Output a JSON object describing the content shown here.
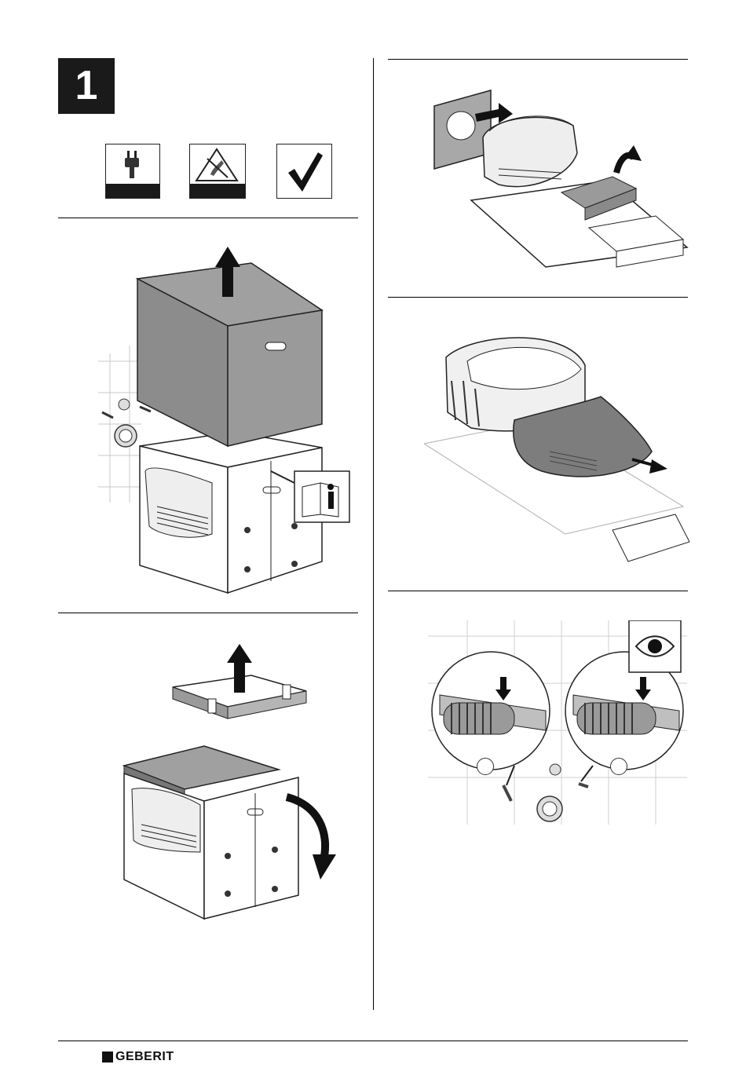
{
  "step": {
    "number": "1"
  },
  "icons": [
    {
      "name": "plug-icon"
    },
    {
      "name": "esd-warning-icon"
    },
    {
      "name": "checkmark-icon"
    }
  ],
  "figures": [
    {
      "name": "lift-box-off"
    },
    {
      "name": "remove-insert-and-fold-flap"
    },
    {
      "name": "slide-wall-panel-lift-cover"
    },
    {
      "name": "remove-side-cover"
    },
    {
      "name": "check-threaded-rods"
    }
  ],
  "callouts": [
    "",
    ""
  ],
  "brand": {
    "logo_text": "GEBERIT"
  },
  "colors": {
    "ink": "#1a1a1a",
    "grey_fill": "#8c8c8c",
    "light_grey": "#d9d9d9"
  }
}
